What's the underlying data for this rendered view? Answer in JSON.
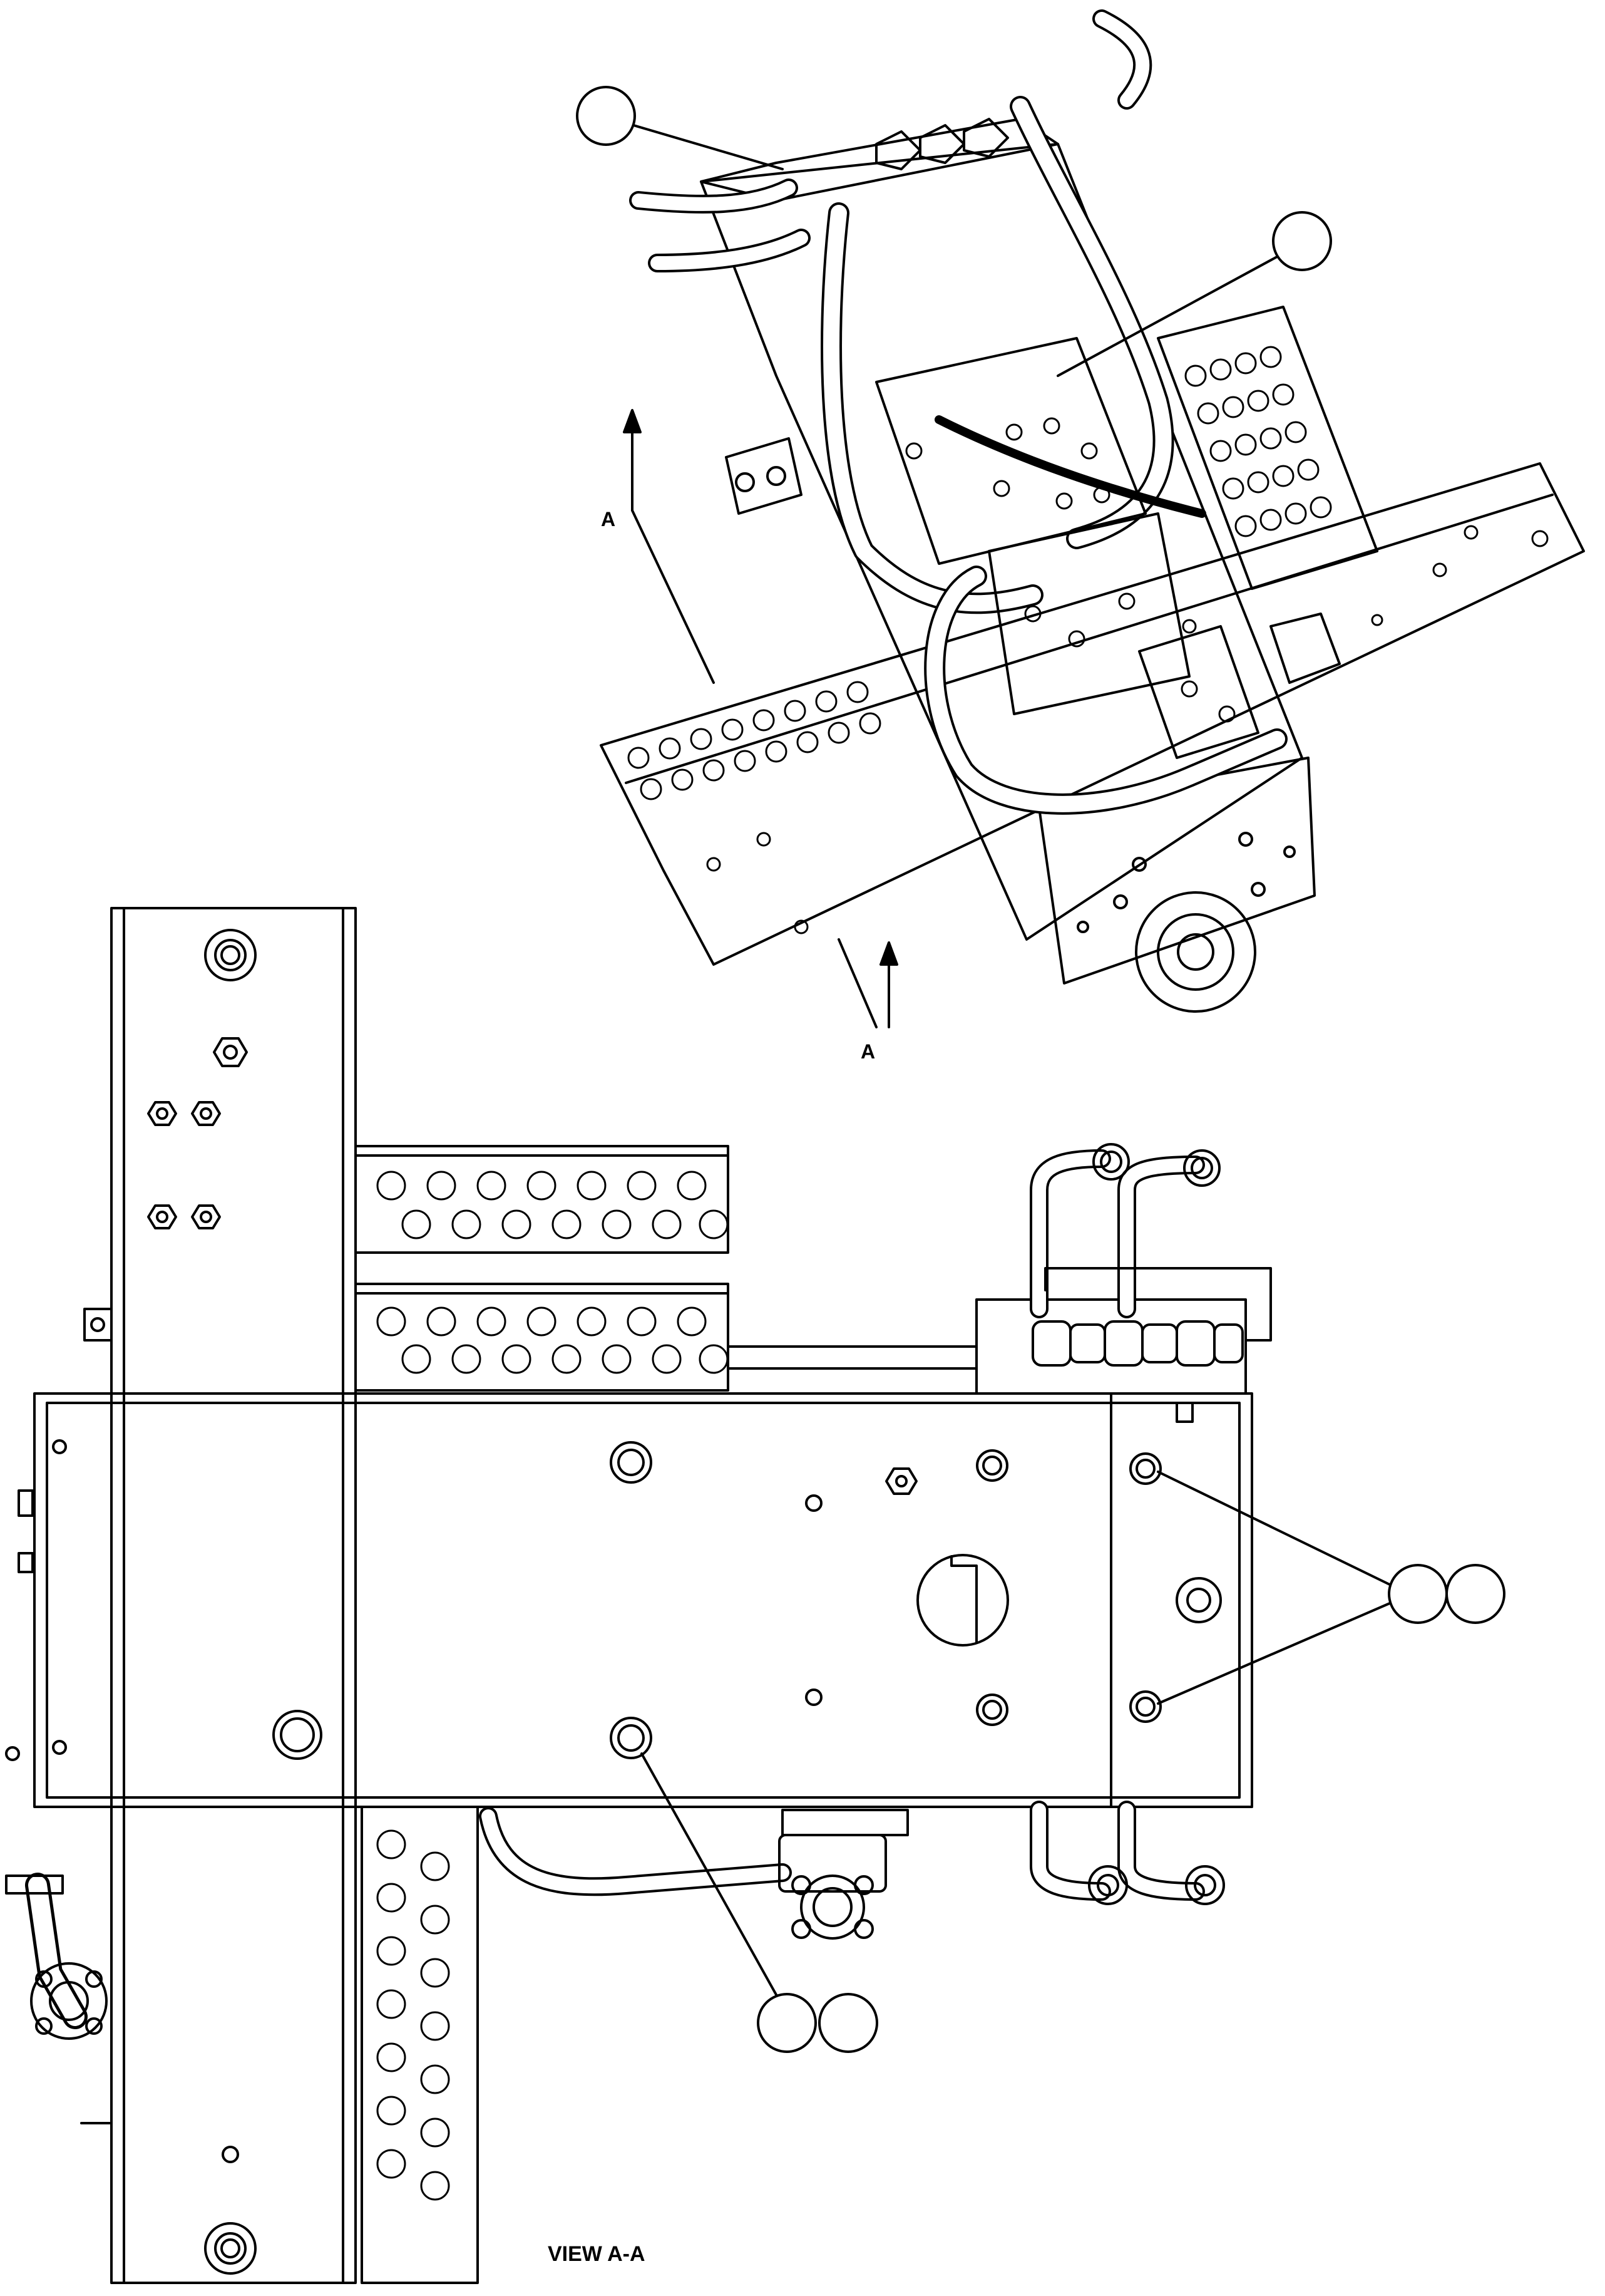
{
  "diagram": {
    "view_arrow_label": "A",
    "view_title": "VIEW A-A",
    "callouts": [
      {
        "id": "callout-1",
        "text": ""
      },
      {
        "id": "callout-2",
        "text": ""
      },
      {
        "id": "callout-3",
        "text": ""
      },
      {
        "id": "callout-4",
        "text": ""
      },
      {
        "id": "callout-5",
        "text": ""
      },
      {
        "id": "callout-6",
        "text": ""
      }
    ],
    "corner_mark": "",
    "colors": {
      "line": "#000000",
      "background": "#ffffff"
    }
  }
}
